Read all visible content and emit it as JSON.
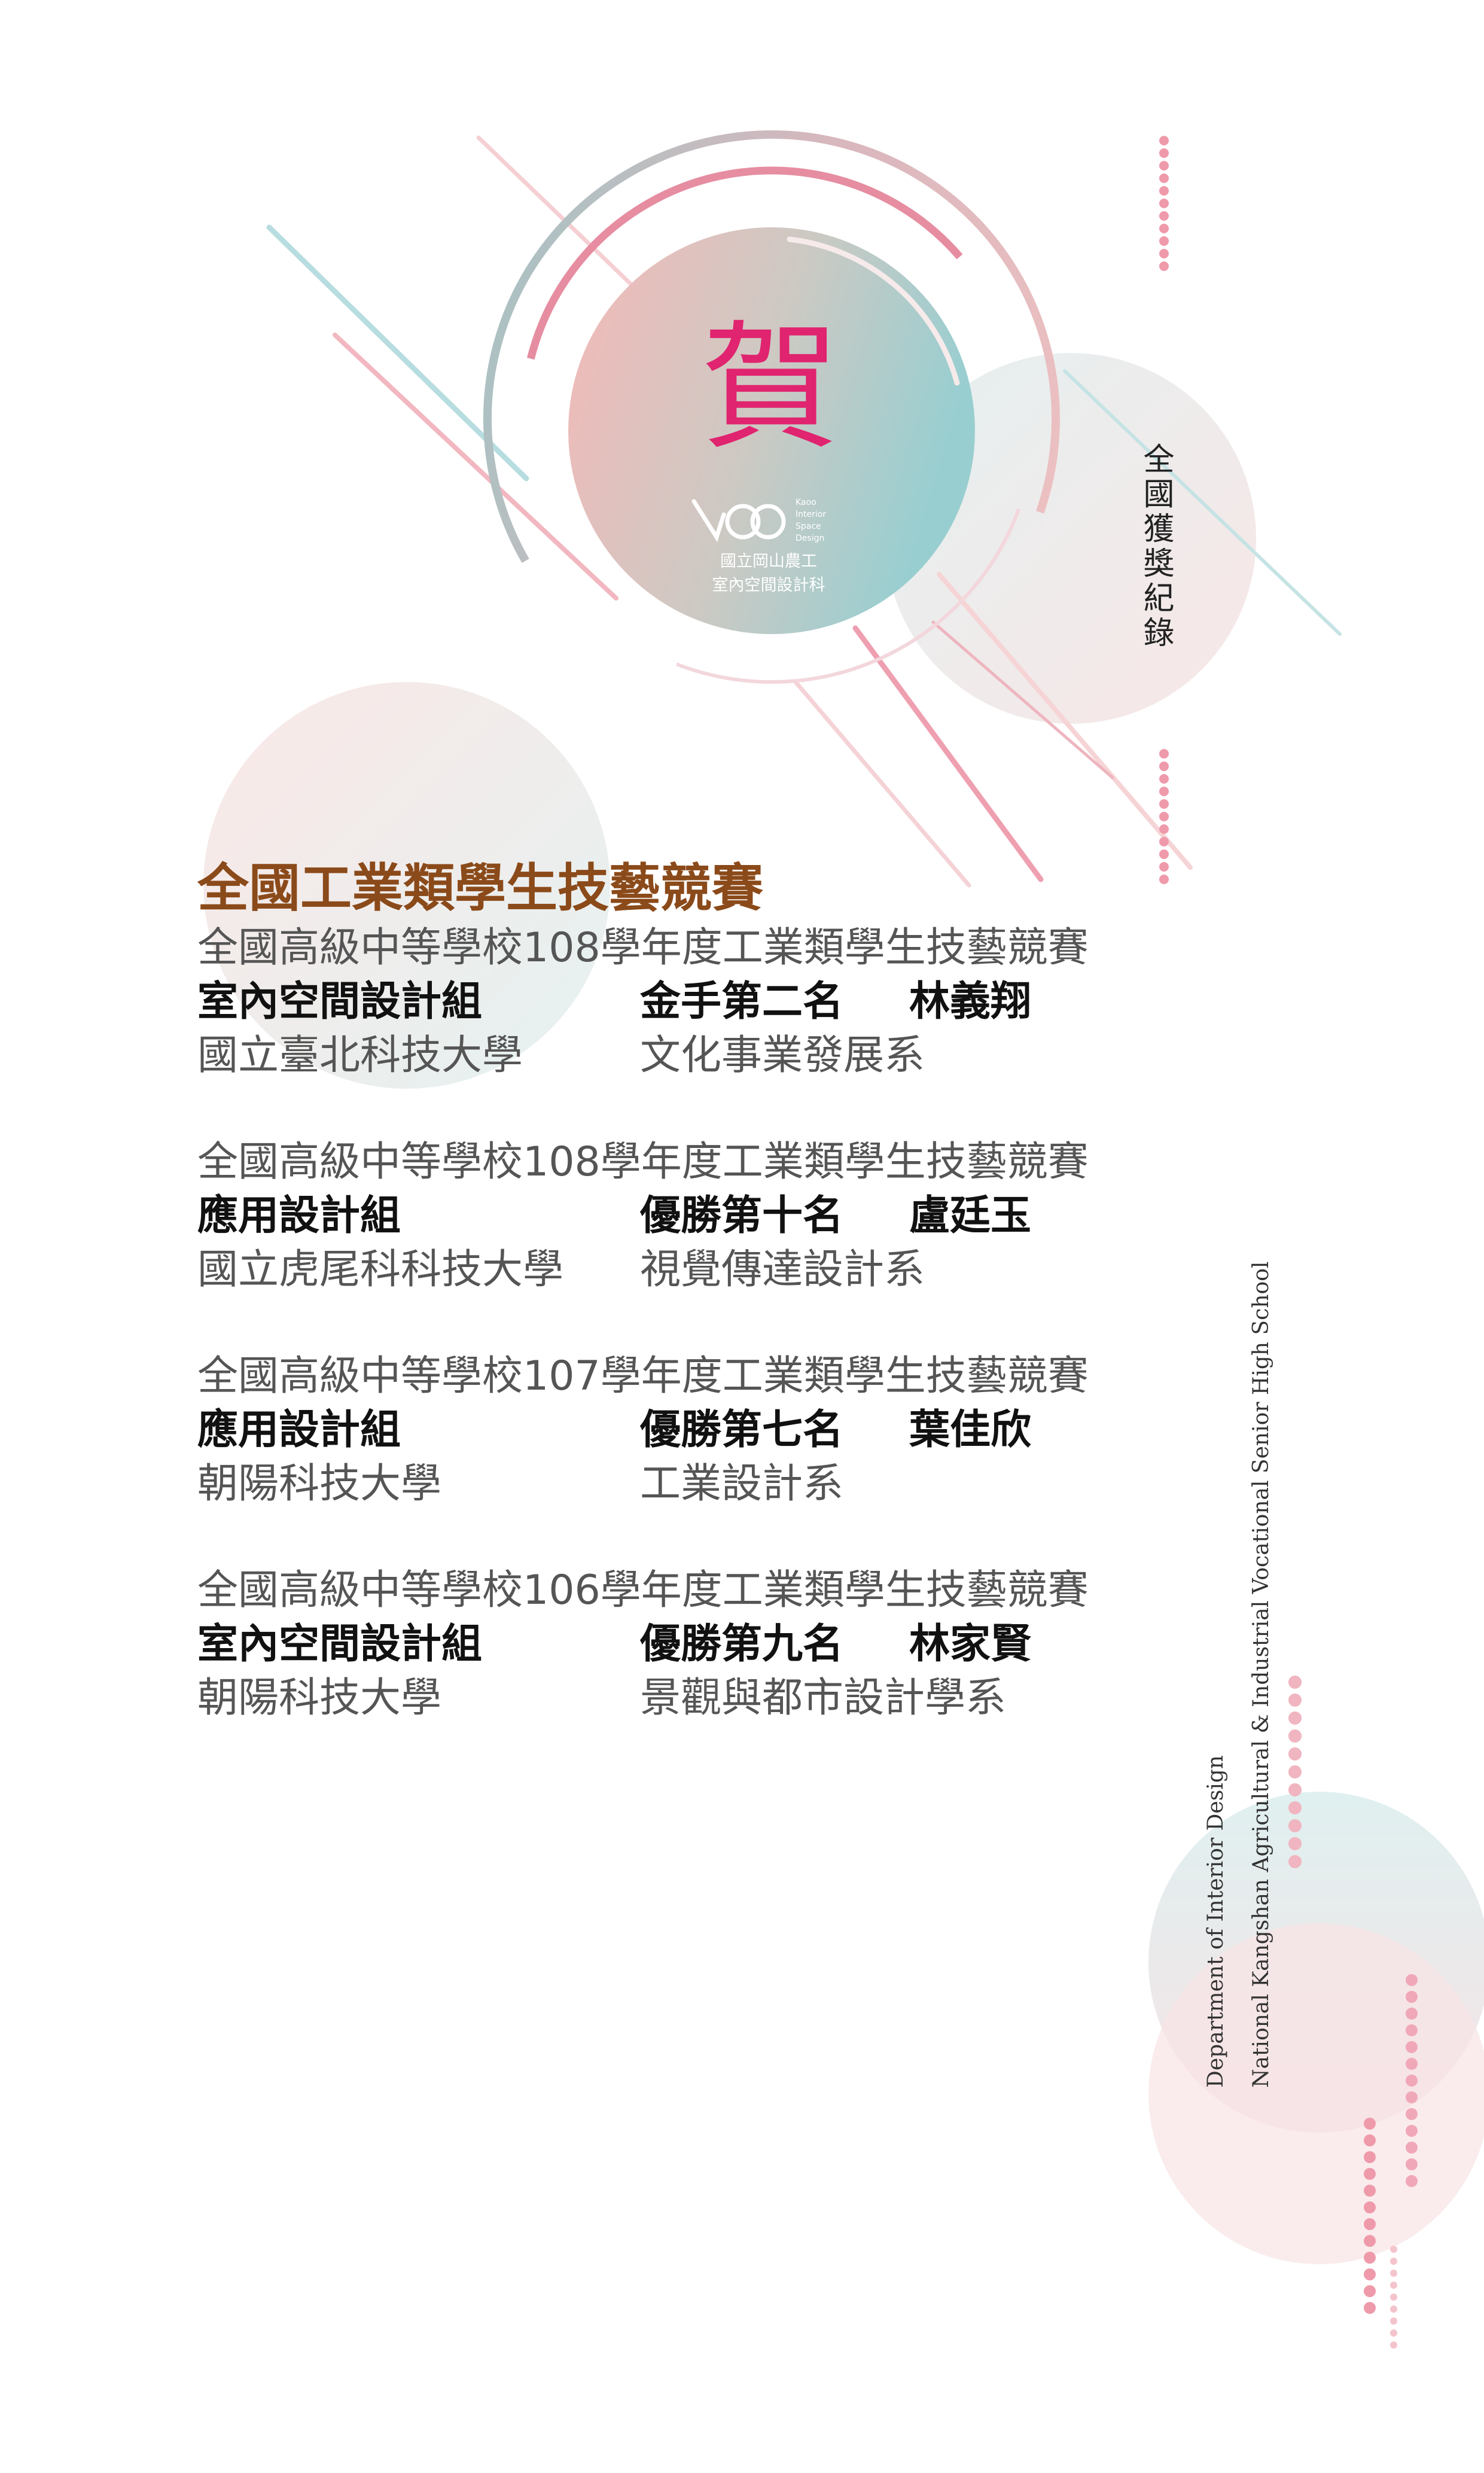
{
  "badge": {
    "character": "賀",
    "logo_line1": "國立岡山農工",
    "logo_line2": "室內空間設計科",
    "logo_mark_text": [
      "Kaoo",
      "Interior",
      "Space",
      "Design"
    ]
  },
  "side_title": "全國獲獎紀錄",
  "english": {
    "line1": "Department  of  Interior  Design",
    "line2": "National  Kangshan  Agricultural  &  Industrial  Vocational  Senior High  School"
  },
  "main_heading": "全國工業類學生技藝競賽",
  "entries": [
    {
      "competition": "全國高級中等學校108學年度工業類學生技藝競賽",
      "group": "室內空間設計組",
      "award": "金手第二名",
      "name": "林義翔",
      "school": "國立臺北科技大學",
      "department": "文化事業發展系"
    },
    {
      "competition": "全國高級中等學校108學年度工業類學生技藝競賽",
      "group": "應用設計組",
      "award": "優勝第十名",
      "name": "盧廷玉",
      "school": "國立虎尾科科技大學",
      "department": "視覺傳達設計系"
    },
    {
      "competition": "全國高級中等學校107學年度工業類學生技藝競賽",
      "group": "應用設計組",
      "award": "優勝第七名",
      "name": "葉佳欣",
      "school": "朝陽科技大學",
      "department": "工業設計系"
    },
    {
      "competition": "全國高級中等學校106學年度工業類學生技藝競賽",
      "group": "室內空間設計組",
      "award": "優勝第九名",
      "name": "林家賢",
      "school": "朝陽科技大學",
      "department": "景觀與都市設計學系"
    }
  ],
  "colors": {
    "accent_pink": "#e0246f",
    "heading_brown": "#8b4a1a",
    "teal": "#8cc6ca",
    "soft_pink": "#f0b8bd"
  }
}
